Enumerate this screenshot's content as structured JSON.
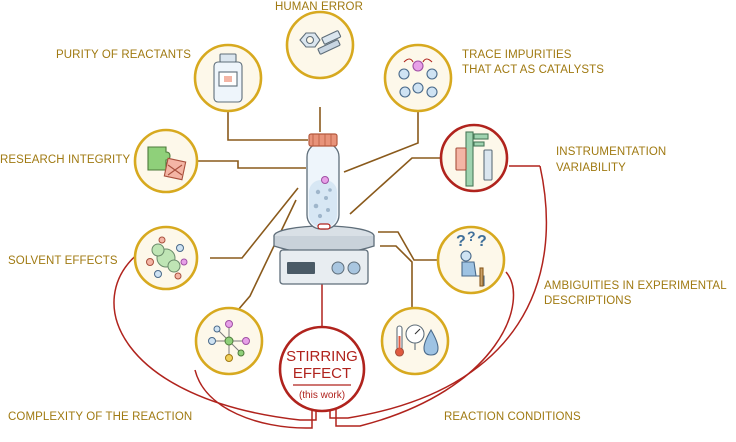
{
  "factors": {
    "human_error": "HUMAN ERROR",
    "purity": "PURITY OF REACTANTS",
    "trace_line1": "TRACE IMPURITIES",
    "trace_line2": "THAT ACT AS CATALYSTS",
    "research_integrity": "RESEARCH INTEGRITY",
    "instrumentation_line1": "INSTRUMENTATION",
    "instrumentation_line2": "VARIABILITY",
    "solvent": "SOLVENT EFFECTS",
    "ambiguities_line1": "AMBIGUITIES IN EXPERIMENTAL",
    "ambiguities_line2": "DESCRIPTIONS",
    "complexity": "COMPLEXITY OF THE REACTION",
    "conditions": "REACTION CONDITIONS"
  },
  "center": {
    "line1": "STIRRING",
    "line2": "EFFECT",
    "line3": "(this work)"
  },
  "colors": {
    "gold": "#d7a91f",
    "gold_label": "#a07a12",
    "brown_line": "#8a5a1c",
    "red": "#b0231d",
    "circle_fill": "#fdf8ea"
  },
  "icons": {
    "human_error": "nuts-bolts-icon",
    "purity": "reagent-bottle-icon",
    "trace": "catalyst-molecules-icon",
    "research_integrity": "puzzle-icon",
    "instrumentation": "caliper-icon",
    "solvent": "solvated-molecules-icon",
    "ambiguities": "confused-person-icon",
    "complexity": "reaction-network-icon",
    "conditions": "thermometer-gauge-drop-icon"
  }
}
